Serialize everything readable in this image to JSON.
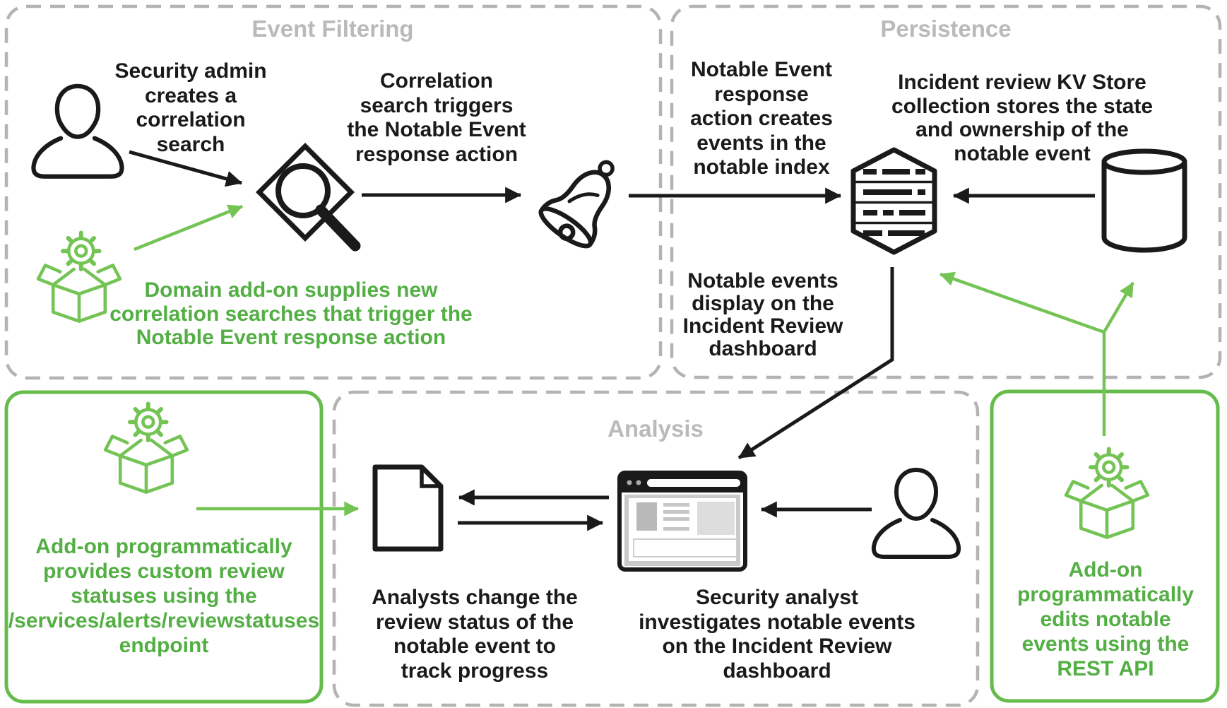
{
  "sections": {
    "event_filtering": {
      "title": "Event Filtering"
    },
    "persistence": {
      "title": "Persistence"
    },
    "analysis": {
      "title": "Analysis"
    }
  },
  "labels": {
    "security_admin": {
      "text": "Security admin\ncreates a\ncorrelation\nsearch"
    },
    "correlation_trigger": {
      "text": "Correlation\nsearch triggers\nthe Notable Event\nresponse action"
    },
    "domain_addon": {
      "text": "Domain add-on supplies new\ncorrelation searches that trigger the\nNotable Event response action"
    },
    "notable_response": {
      "text": "Notable Event\nresponse\naction creates\nevents in the\nnotable index"
    },
    "kv_store": {
      "text": "Incident review KV Store\ncollection stores the state\nand ownership of the\nnotable event"
    },
    "notable_display": {
      "text": "Notable events\ndisplay on the\nIncident Review\ndashboard"
    },
    "analysts_change": {
      "text": "Analysts change the\nreview status of the\nnotable event to\ntrack progress"
    },
    "security_analyst": {
      "text": "Security analyst\ninvestigates notable events\non the Incident Review\ndashboard"
    },
    "addon_statuses": {
      "text": "Add-on programmatically\nprovides custom review\nstatuses using the\n/services/alerts/reviewstatuses\nendpoint"
    },
    "addon_rest": {
      "text": "Add-on\nprogrammatically\nedits notable\nevents using the\nREST API"
    }
  },
  "icons": {
    "security-admin-icon": "person silhouette",
    "security-analyst-icon": "person silhouette",
    "addon-correlation-icon": "open box with gear",
    "addon-statuses-icon": "open box with gear",
    "addon-rest-icon": "open box with gear",
    "correlation-search-icon": "magnifying glass over diamond",
    "alert-bell-icon": "notification bell",
    "notable-index-icon": "index stack hexagon",
    "kv-store-icon": "database cylinder",
    "document-icon": "document page",
    "browser-window-icon": "browser window dashboard"
  },
  "colors": {
    "black": "#1a1a1a",
    "green_text": "#53af44",
    "green_line": "#74c455",
    "green_border": "#66bc4b",
    "gray_border": "#b3b3b3",
    "gray_title": "#bababa",
    "browser_gray": "#c9c9c9"
  }
}
